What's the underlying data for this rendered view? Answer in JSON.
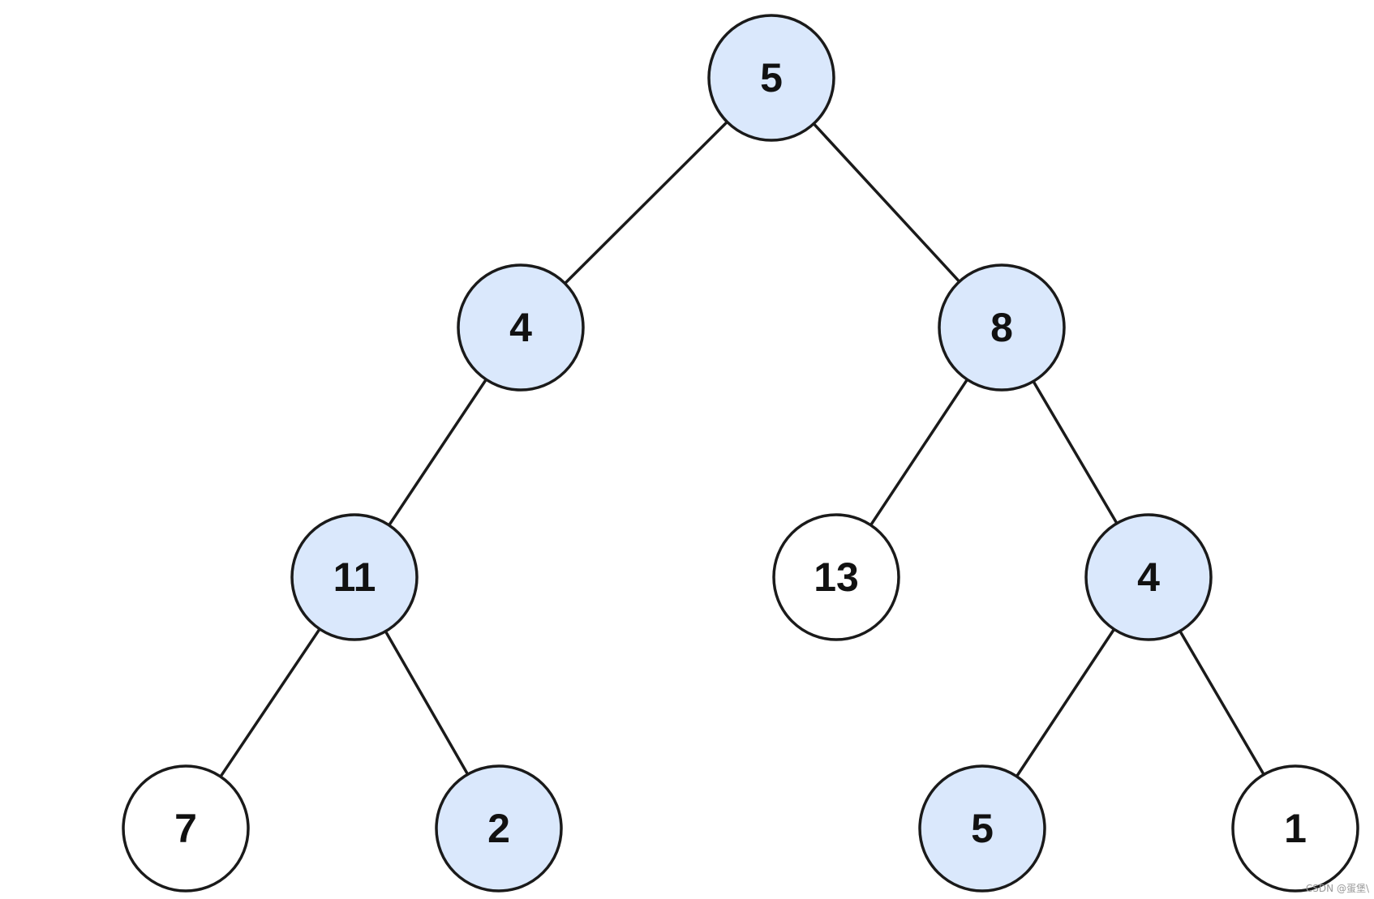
{
  "colors": {
    "highlight_fill": "#dae8fc",
    "plain_fill": "#ffffff",
    "stroke": "#1a1a1a",
    "text": "#111111",
    "watermark": "#9a9a9a"
  },
  "tree": {
    "nodes": [
      {
        "id": "n1",
        "value": "5",
        "highlighted": true
      },
      {
        "id": "n2",
        "value": "4",
        "highlighted": true
      },
      {
        "id": "n3",
        "value": "8",
        "highlighted": true
      },
      {
        "id": "n4",
        "value": "11",
        "highlighted": true
      },
      {
        "id": "n5",
        "value": "13",
        "highlighted": false
      },
      {
        "id": "n6",
        "value": "4",
        "highlighted": true
      },
      {
        "id": "n7",
        "value": "7",
        "highlighted": false
      },
      {
        "id": "n8",
        "value": "2",
        "highlighted": true
      },
      {
        "id": "n9",
        "value": "5",
        "highlighted": true
      },
      {
        "id": "n10",
        "value": "1",
        "highlighted": false
      }
    ],
    "edges": [
      {
        "from": "n1",
        "to": "n2"
      },
      {
        "from": "n1",
        "to": "n3"
      },
      {
        "from": "n2",
        "to": "n4"
      },
      {
        "from": "n3",
        "to": "n5"
      },
      {
        "from": "n3",
        "to": "n6"
      },
      {
        "from": "n4",
        "to": "n7"
      },
      {
        "from": "n4",
        "to": "n8"
      },
      {
        "from": "n6",
        "to": "n9"
      },
      {
        "from": "n6",
        "to": "n10"
      }
    ]
  },
  "watermark": {
    "text": "CSDN @蛋堡\\"
  }
}
